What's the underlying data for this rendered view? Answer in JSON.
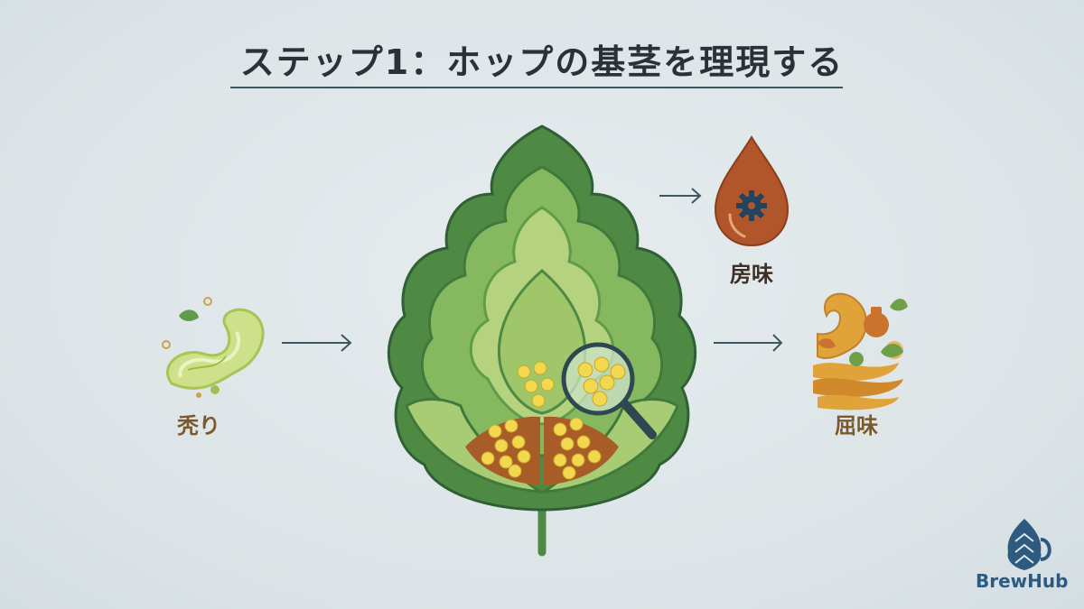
{
  "title": "ステップ1：ホップの基茎を理現する",
  "labels": {
    "aroma": "秃り",
    "bitterness": "房味",
    "flavor": "屈味"
  },
  "brand": {
    "name": "BrewHub"
  },
  "icons": {
    "aroma": "swirl-scent-icon",
    "bitterness": "oil-drop-gear-icon",
    "flavor": "flavor-wave-icon",
    "center": "hop-cone-icon",
    "inspect": "magnifier-icon",
    "logo": "hop-mug-logo-icon"
  },
  "colors": {
    "leaf_dark": "#4f8a45",
    "leaf_mid": "#86b85f",
    "leaf_light": "#b5d27e",
    "lupulin": "#f2d84f",
    "drop": "#b0562a",
    "flavor": "#e0a33a",
    "accent": "#2e5a80"
  }
}
